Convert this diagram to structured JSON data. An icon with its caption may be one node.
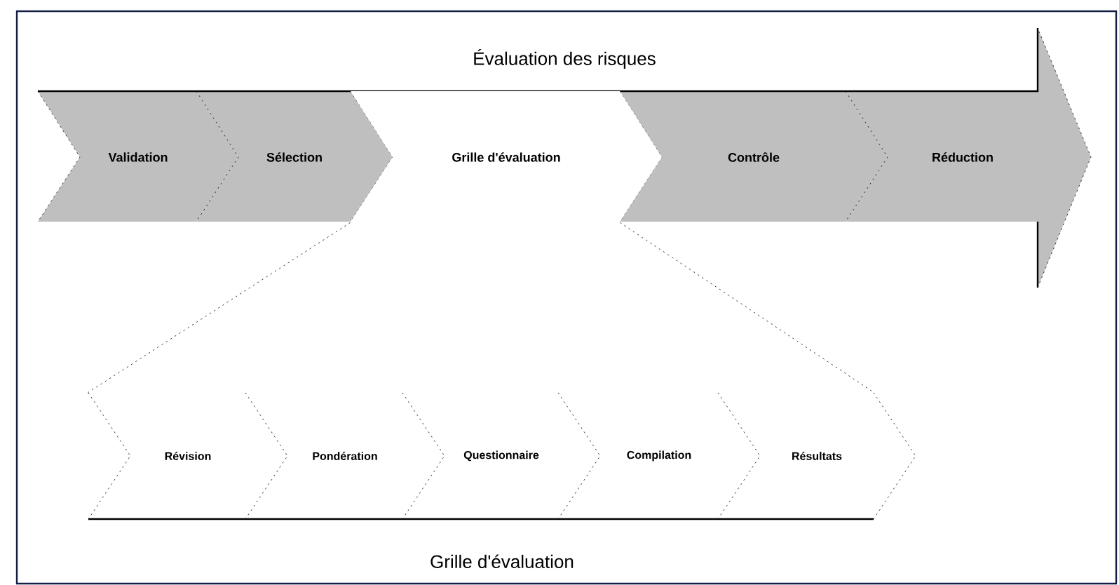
{
  "diagram": {
    "nodes": [
      {
        "text": [
          "Évaluation des risques"
        ]
      },
      {
        "text": [
          "Validation"
        ],
        "in": 0
      },
      {
        "text": [
          "Sélection"
        ],
        "in": 0
      },
      {
        "text": [
          "Grille d'évaluation"
        ],
        "in": 0
      },
      {
        "text": [
          "Contrôle"
        ],
        "in": 0
      },
      {
        "text": [
          "Réduction"
        ],
        "in": 0
      },
      {
        "text": [
          "Grille d'évaluation"
        ]
      },
      {
        "text": [
          "Révision"
        ],
        "in": 6
      },
      {
        "text": [
          "Pondération"
        ],
        "in": 6
      },
      {
        "text": [
          "Questionnaire"
        ],
        "in": 6
      },
      {
        "text": [
          "Compilation"
        ],
        "in": 6
      },
      {
        "text": [
          "Résultats"
        ],
        "in": 6
      }
    ],
    "edges": [
      {
        "from": 3,
        "to": 6,
        "arrow": "none",
        "style": "dashed"
      },
      {
        "from": 3,
        "to": 6,
        "arrow": "none",
        "style": "dashed"
      }
    ]
  }
}
